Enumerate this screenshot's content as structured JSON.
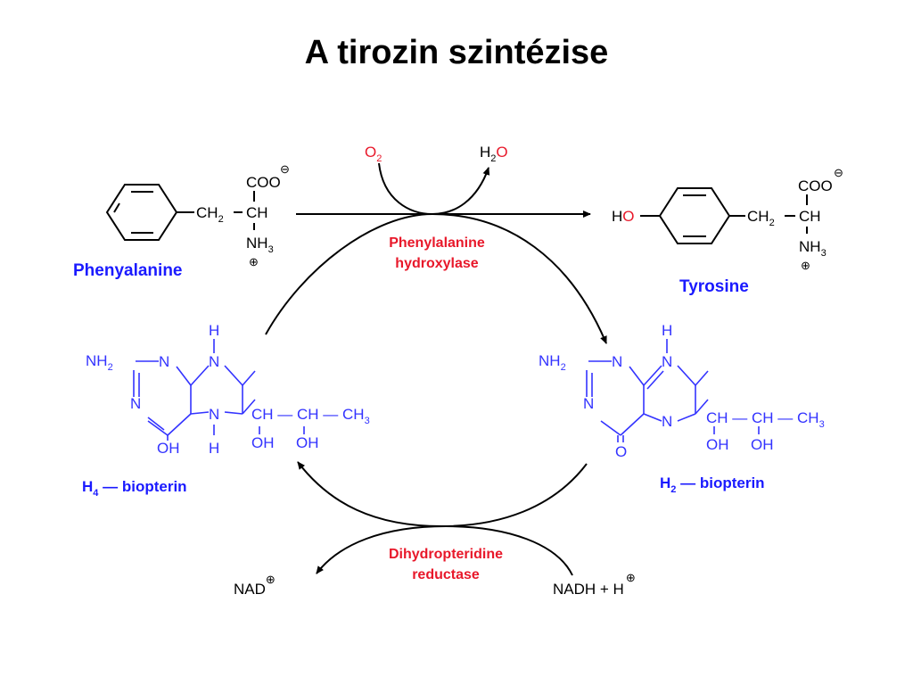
{
  "title": "A tirozin szintézise",
  "molecules": {
    "phenylalanine": {
      "name": "Phenyalanine",
      "ch2": "CH",
      "ch2_sub": "2",
      "ch": "CH",
      "coo": "COO",
      "charge_neg": "⊖",
      "nh3": "NH",
      "nh3_sub": "3",
      "charge_pos": "⊕"
    },
    "tyrosine": {
      "name": "Tyrosine",
      "ho_h": "H",
      "ho_o": "O",
      "ch2": "CH",
      "ch2_sub": "2",
      "ch": "CH",
      "coo": "COO",
      "charge_neg": "⊖",
      "nh3": "NH",
      "nh3_sub": "3",
      "charge_pos": "⊕"
    },
    "h4_biopterin": {
      "name_a": "H",
      "name_sub": "4",
      "name_b": " — biopterin",
      "nh2": "NH",
      "nh2_sub": "2",
      "n1": "N",
      "n2": "N",
      "n3": "N",
      "n4": "N",
      "h_top": "H",
      "h_bot": "H",
      "oh_ring": "OH",
      "chain": "CH — CH — CH",
      "chain_sub": "3",
      "oh1": "OH",
      "oh2": "OH"
    },
    "h2_biopterin": {
      "name_a": "H",
      "name_sub": "2",
      "name_b": " — biopterin",
      "nh2": "NH",
      "nh2_sub": "2",
      "n1": "N",
      "n2": "N",
      "n3": "N",
      "n4": "N",
      "h_top": "H",
      "o_ring": "O",
      "chain": "CH — CH — CH",
      "chain_sub": "3",
      "oh1": "OH",
      "oh2": "OH"
    }
  },
  "reactants": {
    "o2": "O",
    "o2_sub": "2",
    "h2o_h": "H",
    "h2o_sub": "2",
    "h2o_o": "O",
    "nad": "NAD",
    "nad_charge": "⊕",
    "nadh": "NADH + H",
    "nadh_charge": "⊕"
  },
  "enzymes": {
    "hydroxylase_line1": "Phenylalanine",
    "hydroxylase_line2": "hydroxylase",
    "reductase_line1": "Dihydropteridine",
    "reductase_line2": "reductase"
  },
  "colors": {
    "blue": "#3333ff",
    "red": "#e8182a",
    "black": "#000000"
  }
}
